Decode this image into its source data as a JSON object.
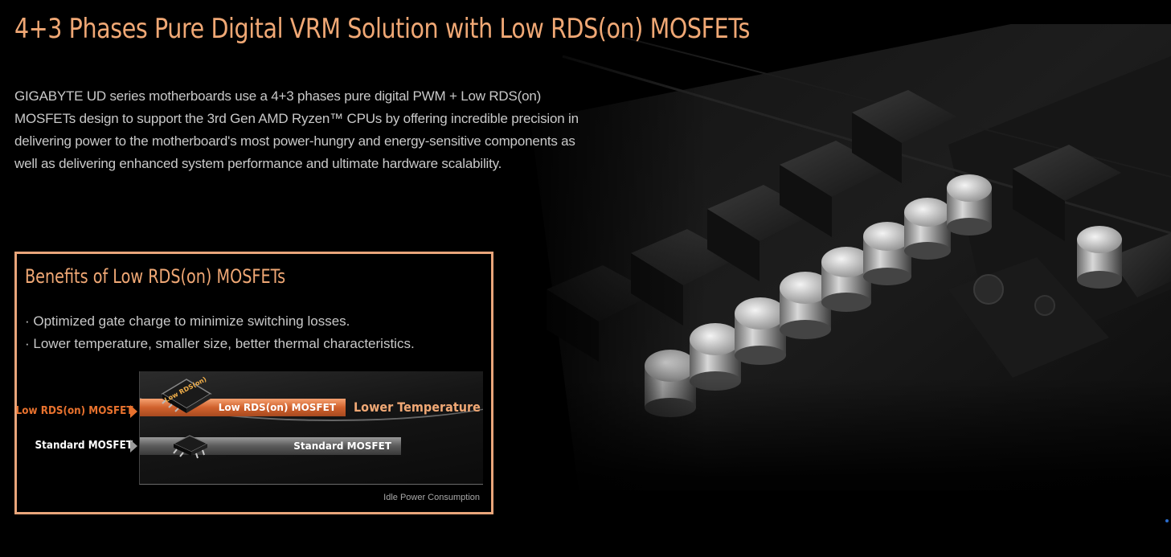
{
  "page": {
    "title": "4+3 Phases Pure Digital VRM Solution with Low RDS(on) MOSFETs",
    "intro": "GIGABYTE UD series motherboards use a 4+3 phases pure digital PWM + Low RDS(on) MOSFETs design to support the 3rd Gen AMD Ryzen™ CPUs by offering incredible precision in delivering power to the motherboard's most power-hungry and energy-sensitive components as well as delivering enhanced system performance and ultimate hardware scalability."
  },
  "benefits": {
    "title": "Benefits of Low RDS(on) MOSFETs",
    "items": [
      "· Optimized gate charge to minimize switching losses.",
      "· Lower temperature, smaller size, better thermal characteristics."
    ]
  },
  "chart_data": {
    "type": "bar",
    "categories": [
      "Low RDS(on) MOSFET",
      "Standard MOSFET"
    ],
    "series": [
      {
        "values": [
          0.6,
          0.76
        ]
      }
    ],
    "bar_labels": [
      "Low RDS(on) MOSFET",
      "Standard MOSFET"
    ],
    "annotation": "Lower Temperature",
    "chip_text": "Low RDS(on)",
    "xlabel": "Idle Power Consumption",
    "ylabel": "",
    "title": ""
  },
  "colors": {
    "accent": "#f0a875",
    "low_bar": "#d0612d",
    "std_bar": "#5a5a5a",
    "background": "#000000"
  },
  "icons": [
    "motherboard-vrm-image",
    "mosfet-chip-icon",
    "arrow-right-icon"
  ]
}
